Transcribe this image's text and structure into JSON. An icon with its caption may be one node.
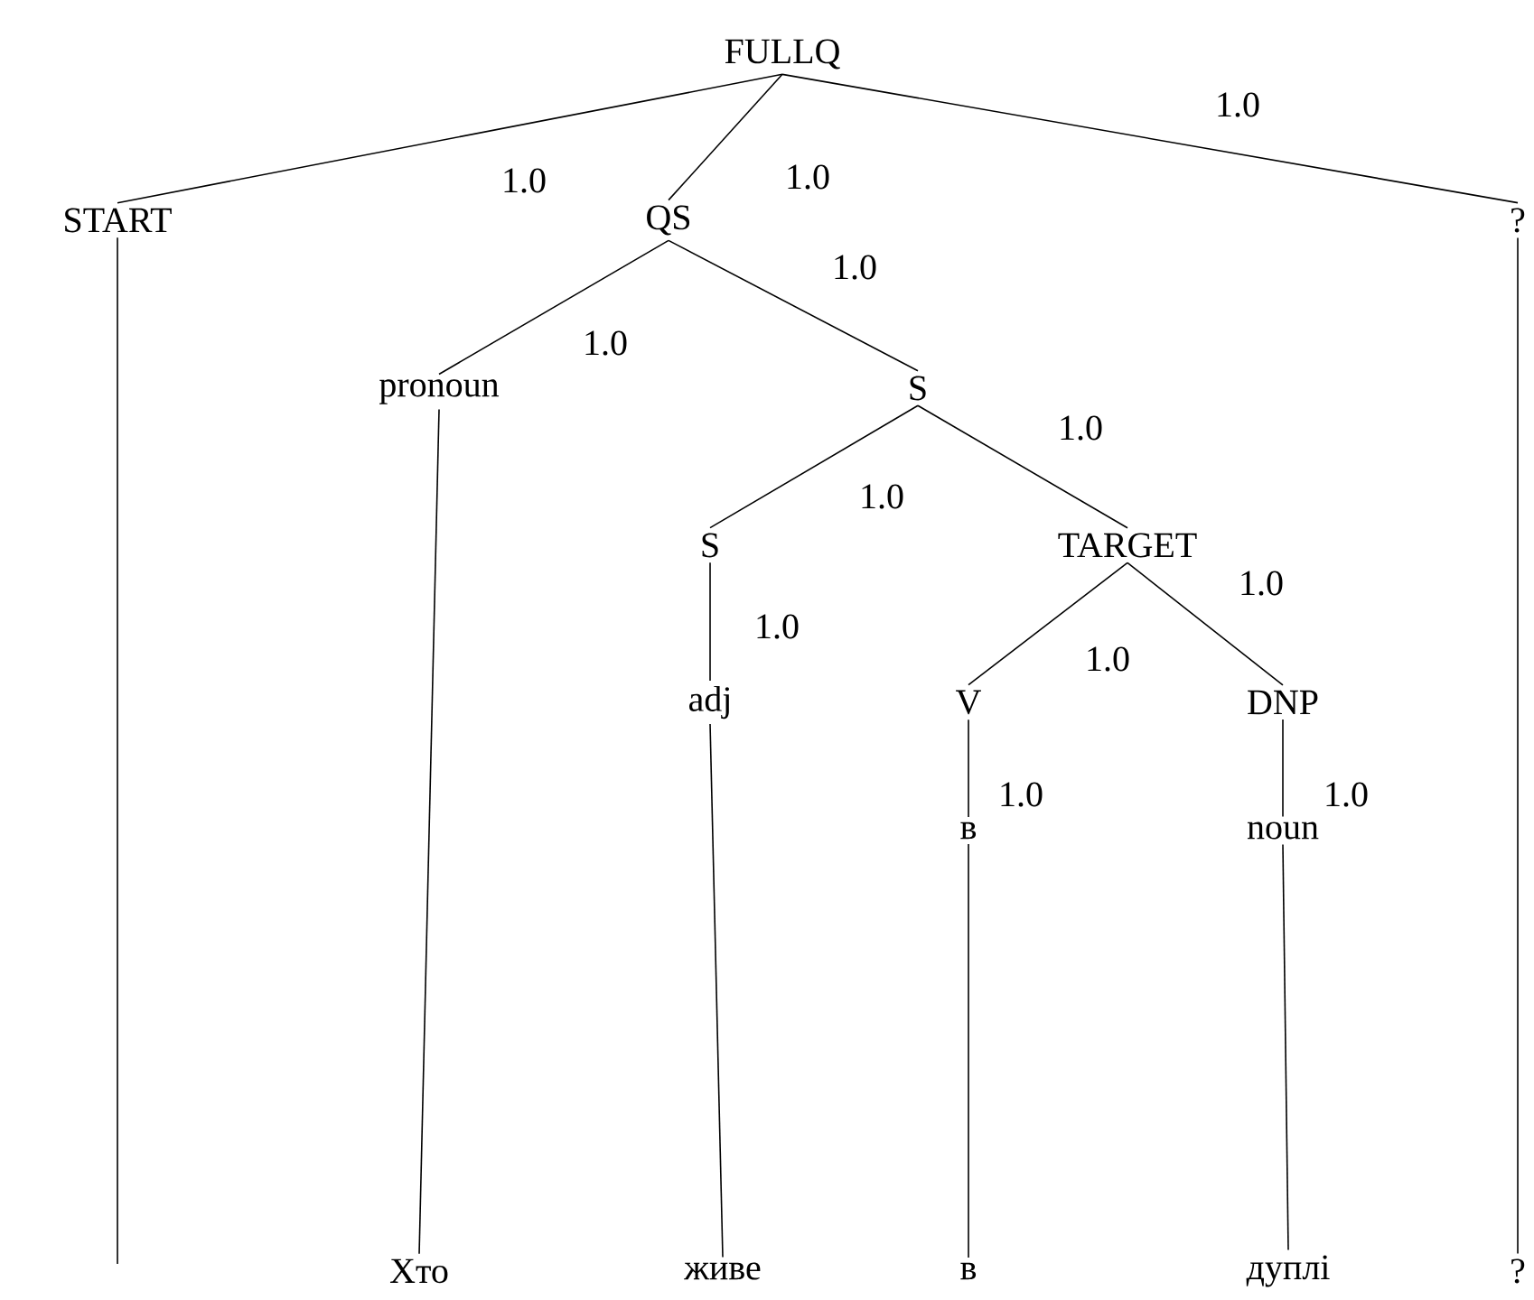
{
  "diagram": {
    "nodes": [
      {
        "text": [
          "FULLQ"
        ]
      },
      {
        "text": [
          "START"
        ]
      },
      {
        "text": [
          "QS"
        ]
      },
      {
        "text": [
          "?"
        ]
      },
      {
        "text": [
          "pronoun"
        ]
      },
      {
        "text": [
          "S"
        ]
      },
      {
        "text": [
          "S"
        ]
      },
      {
        "text": [
          "TARGET"
        ]
      },
      {
        "text": [
          "adj"
        ]
      },
      {
        "text": [
          "V"
        ]
      },
      {
        "text": [
          "DNP"
        ]
      },
      {
        "text": [
          "в"
        ]
      },
      {
        "text": [
          "noun"
        ]
      },
      {
        "text": [
          "Хто"
        ]
      },
      {
        "text": [
          "живе"
        ]
      },
      {
        "text": [
          "в"
        ]
      },
      {
        "text": [
          "дуплі"
        ]
      },
      {
        "text": [
          "?"
        ]
      }
    ],
    "edges": [
      {
        "from": 0,
        "to": 1,
        "arrow": "none",
        "label": "1.0"
      },
      {
        "from": 0,
        "to": 2,
        "arrow": "none",
        "label": "1.0"
      },
      {
        "from": 0,
        "to": 3,
        "arrow": "none",
        "label": "1.0"
      },
      {
        "from": 2,
        "to": 4,
        "arrow": "none",
        "label": "1.0"
      },
      {
        "from": 2,
        "to": 5,
        "arrow": "none",
        "label": "1.0"
      },
      {
        "from": 5,
        "to": 6,
        "arrow": "none",
        "label": "1.0"
      },
      {
        "from": 5,
        "to": 7,
        "arrow": "none",
        "label": "1.0"
      },
      {
        "from": 6,
        "to": 8,
        "arrow": "none",
        "label": "1.0"
      },
      {
        "from": 7,
        "to": 9,
        "arrow": "none",
        "label": "1.0"
      },
      {
        "from": 7,
        "to": 10,
        "arrow": "none",
        "label": "1.0"
      },
      {
        "from": 9,
        "to": 11,
        "arrow": "none",
        "label": "1.0"
      },
      {
        "from": 10,
        "to": 12,
        "arrow": "none",
        "label": "1.0"
      },
      {
        "from": 4,
        "to": 13,
        "arrow": "none"
      },
      {
        "from": 8,
        "to": 14,
        "arrow": "none"
      },
      {
        "from": 11,
        "to": 15,
        "arrow": "none"
      },
      {
        "from": 12,
        "to": 16,
        "arrow": "none"
      },
      {
        "from": 3,
        "to": 17,
        "arrow": "none"
      },
      {
        "from": 1,
        "to": null,
        "arrow": "none"
      }
    ]
  }
}
